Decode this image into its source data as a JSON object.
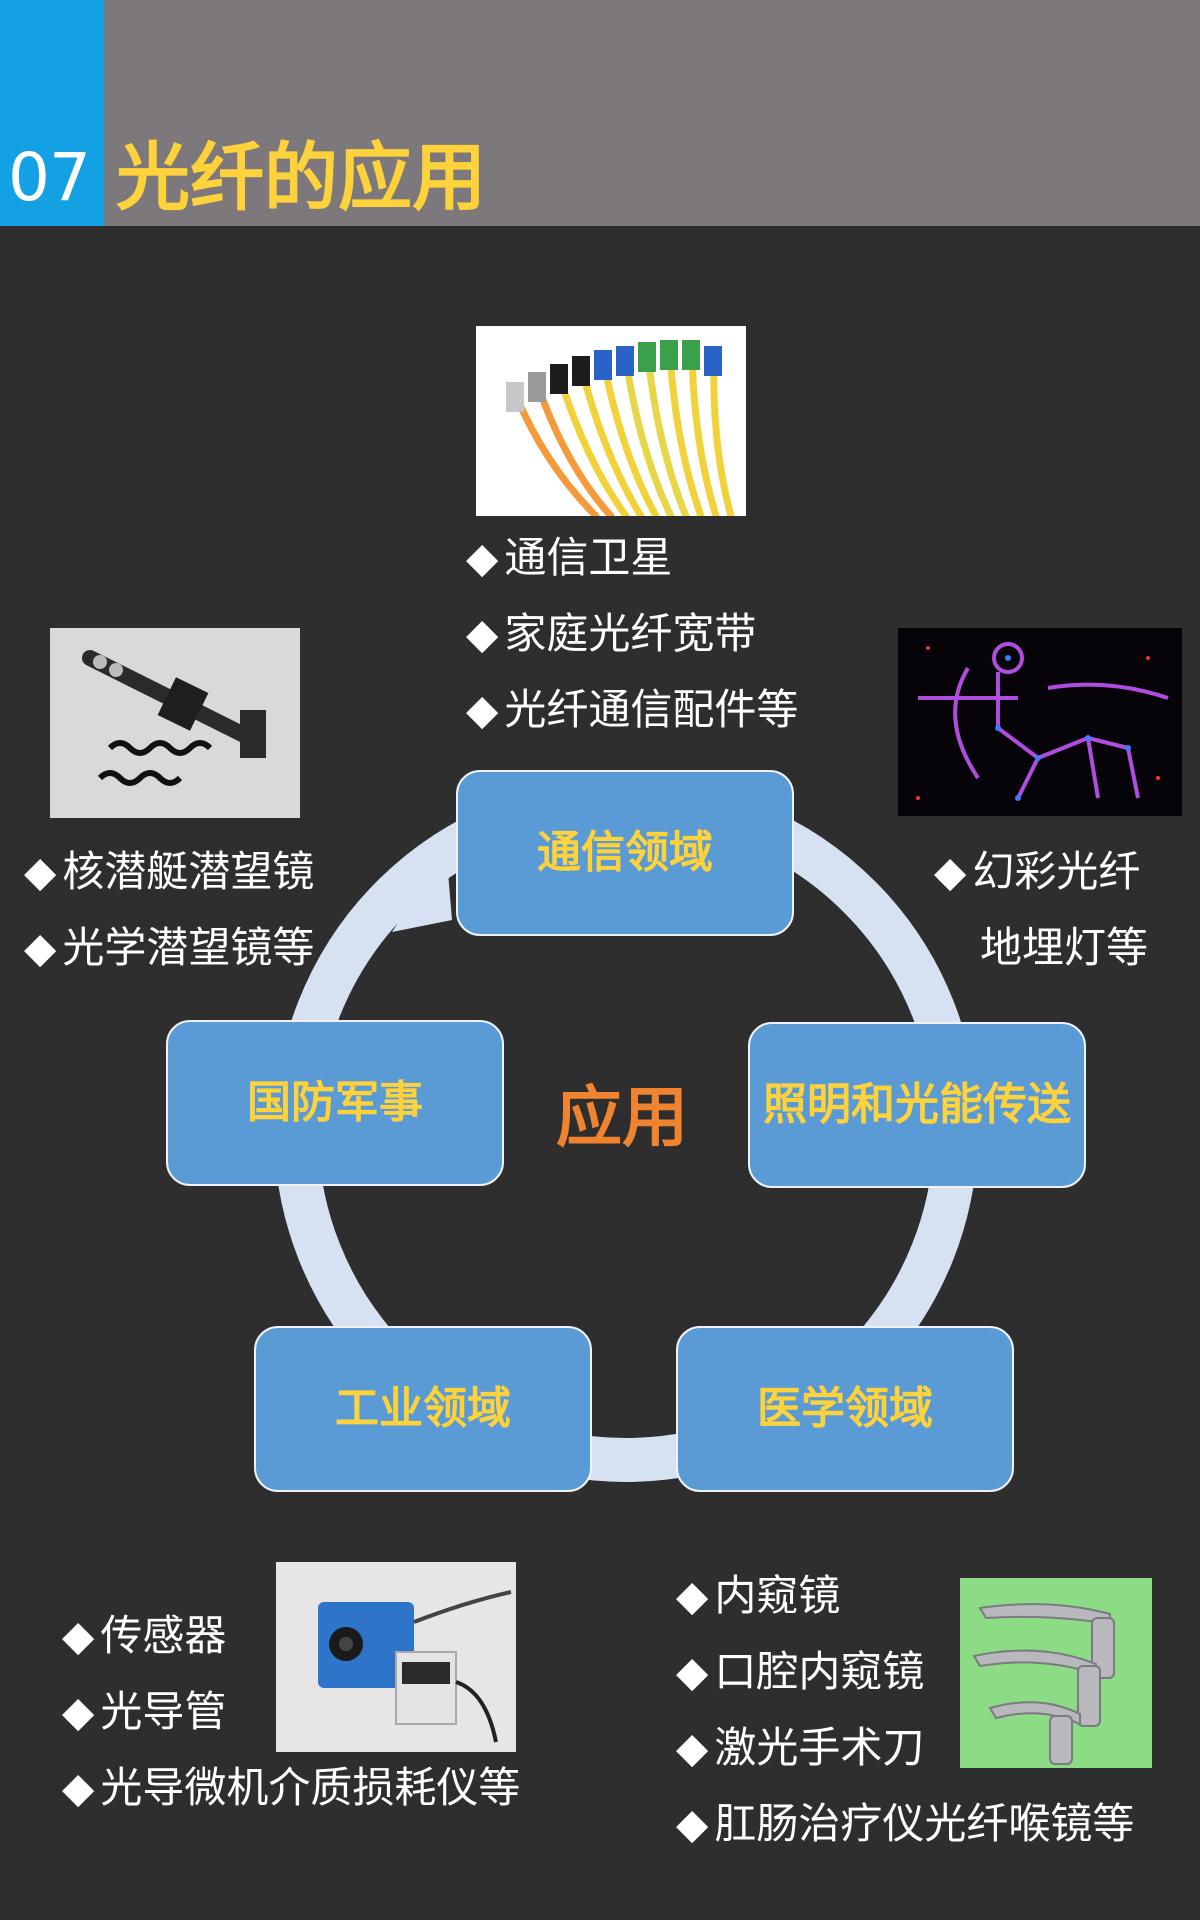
{
  "header": {
    "number": "07",
    "title": "光纤的应用"
  },
  "bullet_marker": "◆",
  "center_label": "应用",
  "nodes": {
    "communication": "通信领域",
    "lighting": "照明和光能传送",
    "medical": "医学领域",
    "industrial": "工业领域",
    "defense": "国防军事"
  },
  "bullets": {
    "communication": [
      "通信卫星",
      "家庭光纤宽带",
      "光纤通信配件等"
    ],
    "lighting": [
      "幻彩光纤",
      "地埋灯等"
    ],
    "defense": [
      "核潜艇潜望镜",
      "光学潜望镜等"
    ],
    "industrial": [
      "传感器",
      "光导管",
      "光导微机介质损耗仪等"
    ],
    "medical": [
      "内窥镜",
      "口腔内窥镜",
      "激光手术刀",
      "肛肠治疗仪光纤喉镜等"
    ]
  },
  "colors": {
    "badge": "#13a1e3",
    "header_bg": "#7d787b",
    "title": "#fdd23a",
    "node_fill": "#5b9bd5",
    "node_text": "#fdd23a",
    "center_text": "#f0832f",
    "ring": "#d6e2f1"
  }
}
